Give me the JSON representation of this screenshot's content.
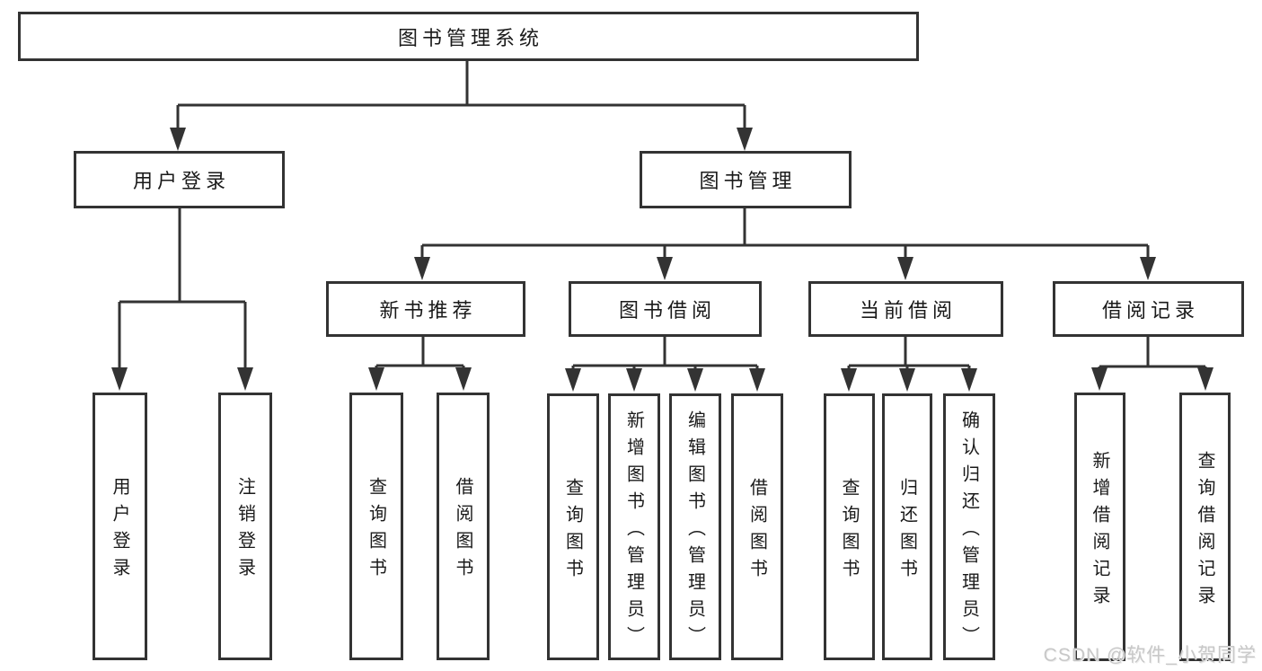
{
  "diagram": {
    "title": "图书管理系统",
    "branches": [
      {
        "label": "用户登录",
        "children": [
          {
            "label": "用户登录"
          },
          {
            "label": "注销登录"
          }
        ]
      },
      {
        "label": "图书管理",
        "children": [
          {
            "label": "新书推荐",
            "children": [
              {
                "label": "查询图书"
              },
              {
                "label": "借阅图书"
              }
            ]
          },
          {
            "label": "图书借阅",
            "children": [
              {
                "label": "查询图书"
              },
              {
                "label": "新增图书（管理员）"
              },
              {
                "label": "编辑图书（管理员）"
              },
              {
                "label": "借阅图书"
              }
            ]
          },
          {
            "label": "当前借阅",
            "children": [
              {
                "label": "查询图书"
              },
              {
                "label": "归还图书"
              },
              {
                "label": "确认归还（管理员）"
              }
            ]
          },
          {
            "label": "借阅记录",
            "children": [
              {
                "label": "新增借阅记录"
              },
              {
                "label": "查询借阅记录"
              }
            ]
          }
        ]
      }
    ]
  },
  "watermark": {
    "text": "CSDN @软件_小贺同学",
    "color": "#c8c8c8"
  },
  "colors": {
    "line": "#333333",
    "box_border": "#333333",
    "box_fill": "#ffffff",
    "text": "#1a1a1a",
    "background": "#ffffff"
  }
}
